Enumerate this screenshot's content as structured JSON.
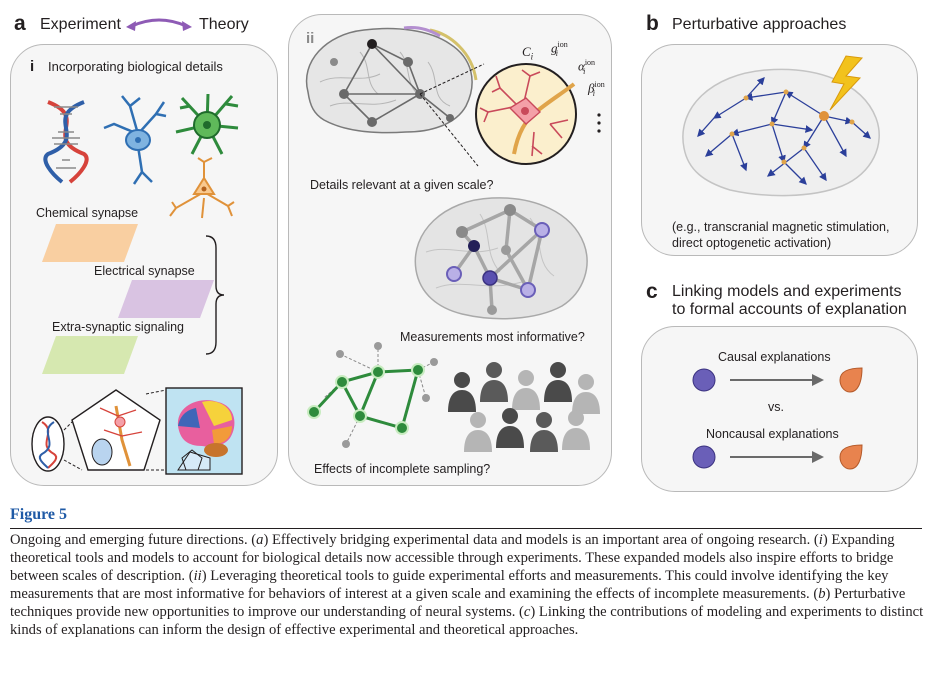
{
  "panel_a": {
    "letter": "a",
    "experiment": "Experiment",
    "theory": "Theory",
    "sub_i": {
      "numeral": "i",
      "title": "Incorporating biological details"
    },
    "synapse_labels": [
      "Chemical synapse",
      "Electrical synapse",
      "Extra-synaptic signaling"
    ],
    "sub_ii": {
      "numeral": "ii"
    },
    "ion_labels": {
      "c": "C",
      "c_sub": "i",
      "g": "g",
      "g_sub": "i",
      "g_sup": "ion",
      "alpha": "α",
      "alpha_sub": "i",
      "alpha_sup": "ion",
      "beta": "β",
      "beta_sub": "i",
      "beta_sup": "ion"
    },
    "ii_labels": [
      "Details relevant at a given scale?",
      "Measurements most informative?",
      "Effects of incomplete sampling?"
    ]
  },
  "panel_b": {
    "letter": "b",
    "title": "Perturbative approaches",
    "note_line1": "(e.g., transcranial magnetic stimulation,",
    "note_line2": "direct optogenetic activation)"
  },
  "panel_c": {
    "letter": "c",
    "title_line1": "Linking models and experiments",
    "title_line2": "to formal accounts of explanation",
    "causal": "Causal explanations",
    "vs": "vs.",
    "noncausal": "Noncausal explanations"
  },
  "colors": {
    "figure_title": "#1f5aa6",
    "arrow_purple": "#8e5bb5",
    "node_purple": "#6a5fb8",
    "drop_orange": "#e8834e",
    "chemical": "#f9cfa1",
    "electrical": "#d9c3e2",
    "extra": "#d6e8b0",
    "network_green": "#2e8b3c"
  },
  "caption": {
    "figure_label": "Figure 5",
    "t1": "Ongoing and emerging future directions. (",
    "a": "a",
    "t2": ") Effectively bridging experimental data and models is an important area of ongoing research. (",
    "i": "i",
    "t3": ") Expanding theoretical tools and models to account for biological details now accessible through experiments. These expanded models also inspire efforts to bridge between scales of description. (",
    "ii": "ii",
    "t4": ") Leveraging theoretical tools to guide experimental efforts and measurements. This could involve identifying the key measurements that are most informative for behaviors of interest at a given scale and examining the effects of incomplete measurements. (",
    "b": "b",
    "t5": ") Perturbative techniques provide new opportunities to improve our understanding of neural systems. (",
    "c": "c",
    "t6": ") Linking the contributions of modeling and experiments to distinct kinds of explanations can inform the design of effective experimental and theoretical approaches."
  }
}
